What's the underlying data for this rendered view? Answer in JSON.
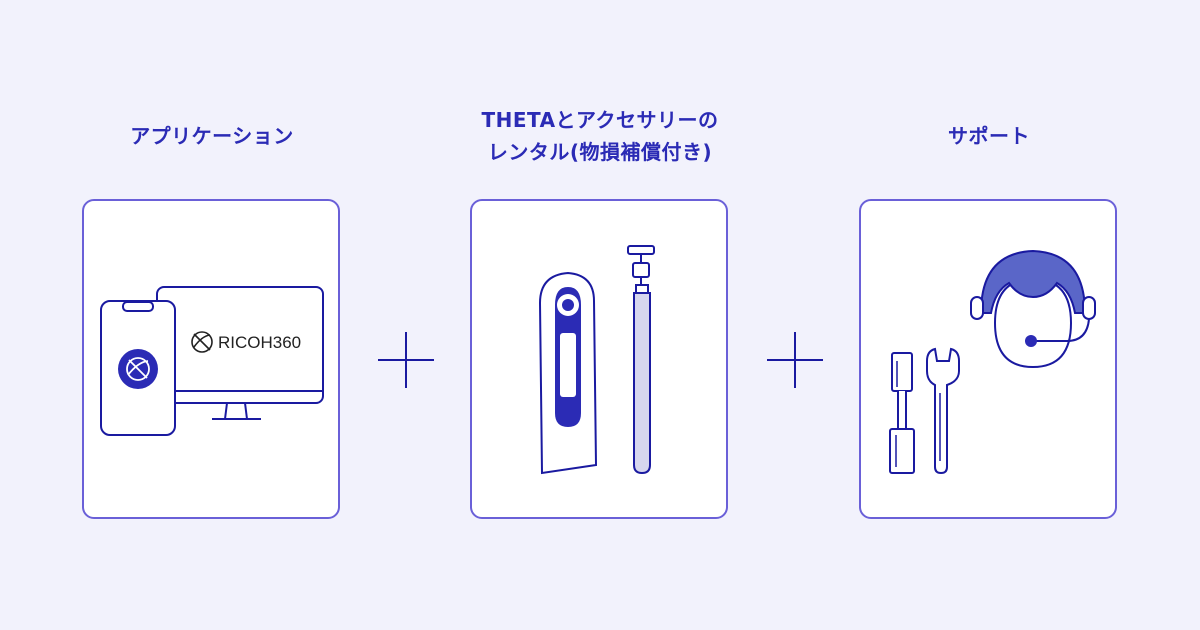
{
  "columns": [
    {
      "heading_lines": [
        "アプリケーション"
      ]
    },
    {
      "heading_lines": [
        "THETAとアクセサリーの",
        "レンタル(物損補償付き)"
      ]
    },
    {
      "heading_lines": [
        "サポート"
      ]
    }
  ],
  "app_card": {
    "brand_text": "RICOH360"
  },
  "icons": {
    "card1": [
      "smartphone-icon",
      "monitor-icon",
      "ricoh360-logo-icon"
    ],
    "card2": [
      "theta-camera-icon",
      "selfie-stick-icon"
    ],
    "card3": [
      "screwdriver-icon",
      "wrench-icon",
      "support-operator-headset-icon"
    ],
    "separators": [
      "plus-icon",
      "plus-icon"
    ]
  },
  "colors": {
    "background": "#f2f2fc",
    "heading": "#2b2bb5",
    "stroke": "#1a1aa0",
    "card_border": "#6a60d8",
    "fill_light": "#d6d6ee",
    "helmet_fill": "#5a66c8"
  }
}
